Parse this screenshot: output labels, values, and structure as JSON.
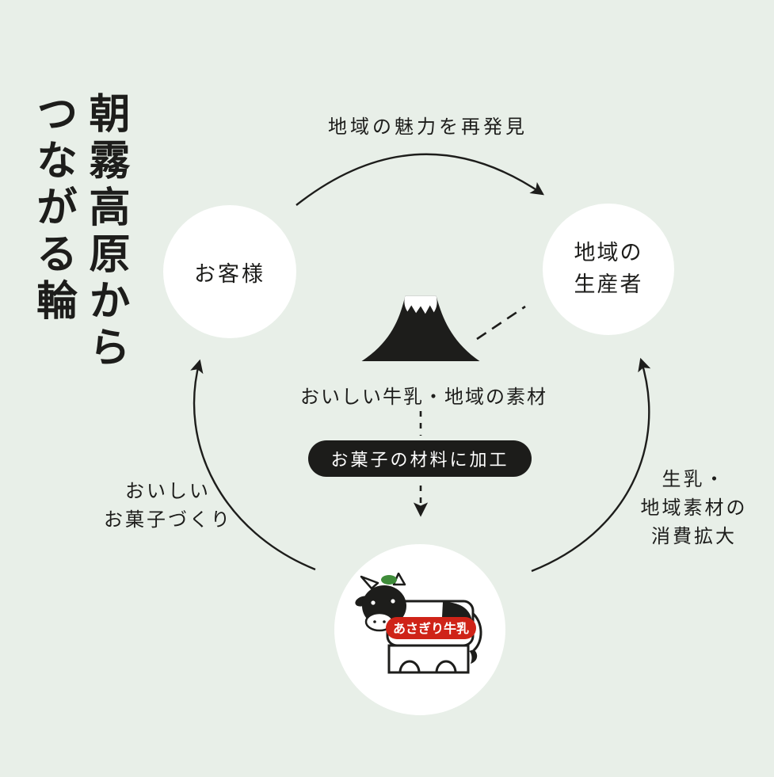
{
  "title": "朝霧高原からつながる輪",
  "nodes": {
    "customer": {
      "label": "お客様"
    },
    "producer": {
      "lines": [
        "地域の",
        "生産者"
      ]
    },
    "factory": {
      "logo_text": "あさぎり牛乳"
    }
  },
  "labels": {
    "top_arrow": "地域の魅力を再発見",
    "center_caption": "おいしい牛乳・地域の素材",
    "process_pill": "お菓子の材料に加工",
    "left_arrow": [
      "おいしい",
      "お菓子づくり"
    ],
    "right_arrow": [
      "生乳・",
      "地域素材の",
      "消費拡大"
    ]
  },
  "colors": {
    "background": "#e8efe8",
    "ink": "#1d1d1b",
    "pill_bg": "#1c1c1a",
    "pill_text": "#ffffff",
    "node_bg": "#ffffff",
    "logo_red": "#cf2318",
    "logo_green": "#3f8c3a"
  }
}
